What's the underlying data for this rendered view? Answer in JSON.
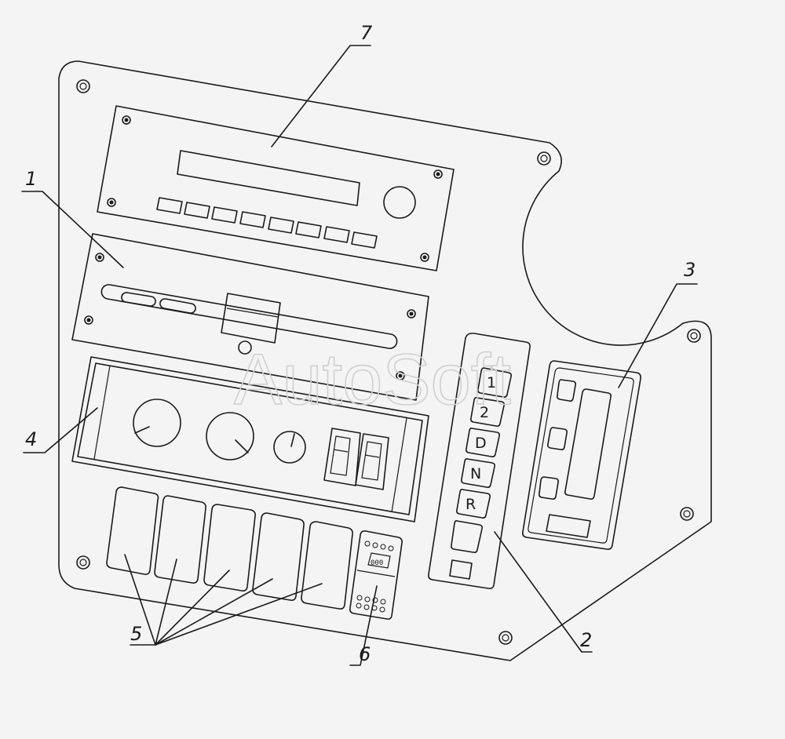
{
  "callouts": {
    "c1": "1",
    "c2": "2",
    "c3": "3",
    "c4": "4",
    "c5": "5",
    "c6": "6",
    "c7": "7"
  },
  "gear_selector": {
    "buttons": [
      "1",
      "2",
      "D",
      "N",
      "R"
    ]
  },
  "watermark": "AutoSoft"
}
